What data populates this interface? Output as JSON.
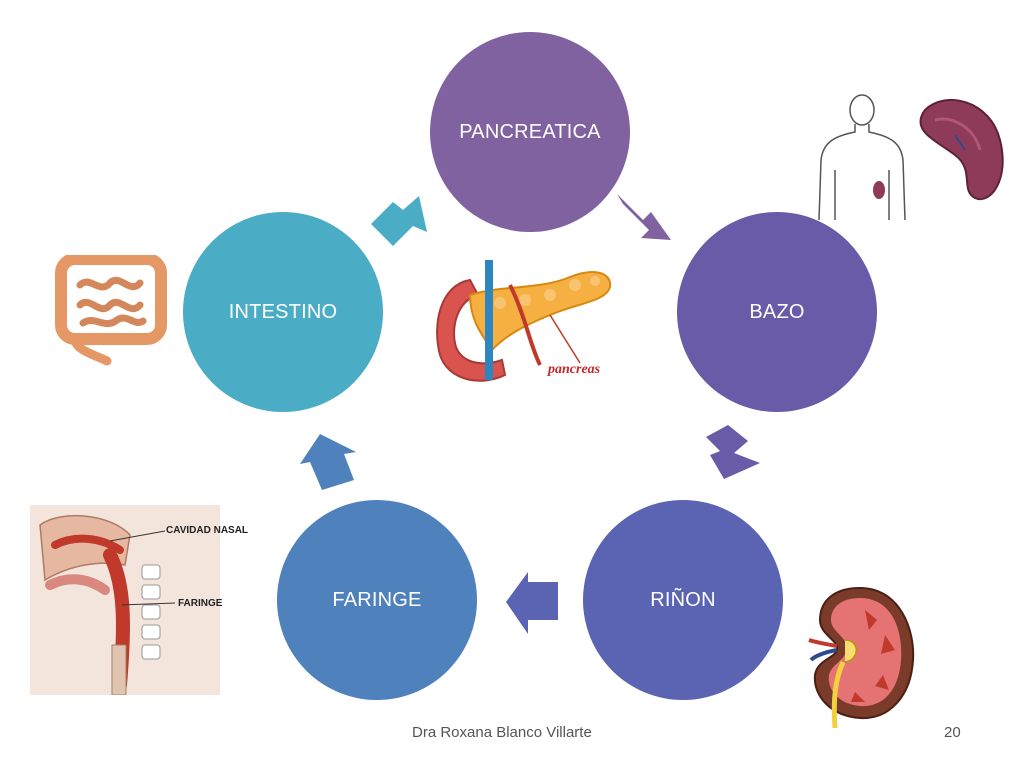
{
  "cycle": {
    "nodes": [
      {
        "label": "PANCREATICA",
        "color": "#8062A0"
      },
      {
        "label": "BAZO",
        "color": "#6A5BA8"
      },
      {
        "label": "RIÑON",
        "color": "#5A64B3"
      },
      {
        "label": "FARINGE",
        "color": "#4F81BD"
      },
      {
        "label": "INTESTINO",
        "color": "#4AACC5"
      }
    ],
    "arrow_colors": [
      "#8062A0",
      "#6A5BA8",
      "#5A64B3",
      "#4F81BD",
      "#4AACC5"
    ]
  },
  "illustrations": {
    "pancreas_label": "pancreas",
    "throat_labels": {
      "nasal_cavity": "CAVIDAD NASAL",
      "pharynx": "FARINGE"
    }
  },
  "footer": {
    "author": "Dra Roxana Blanco Villarte",
    "page_number": "20"
  }
}
